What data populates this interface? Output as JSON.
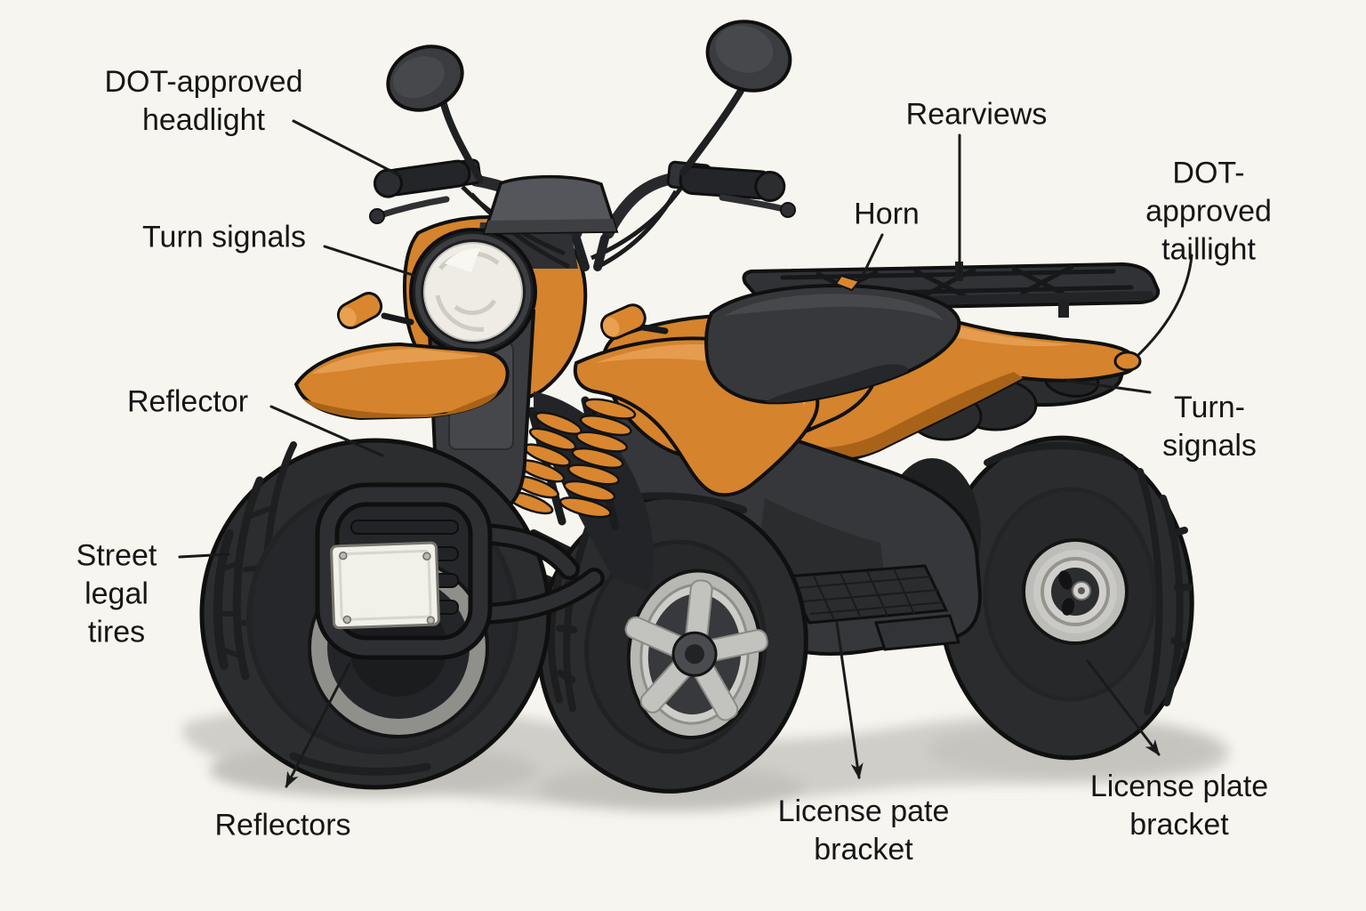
{
  "figure": {
    "type": "annotated-parts-diagram",
    "subject": "Street-legal ATV quad bike",
    "colors": {
      "background": "#f7f5ef",
      "body_orange": "#d5832c",
      "frame_dark": "#3a3b3e",
      "tire_dark": "#2b2c2e",
      "leader_line": "#1a1a1a",
      "label_text": "#161616"
    }
  },
  "labels": {
    "headlight": "DOT-approved\nheadlight",
    "turn_signals_front": "Turn signals",
    "reflector": "Reflector",
    "street_legal_tires": "Street\nlegal\ntires",
    "reflectors": "Reflectors",
    "rearviews": "Rearviews",
    "horn": "Horn",
    "taillight": "DOT-approved\ntaillight",
    "turn_signals_rear": "Turn-\nsignals",
    "license_plate_front": "License pate\nbracket",
    "license_plate_rear": "License plate\nbracket"
  }
}
